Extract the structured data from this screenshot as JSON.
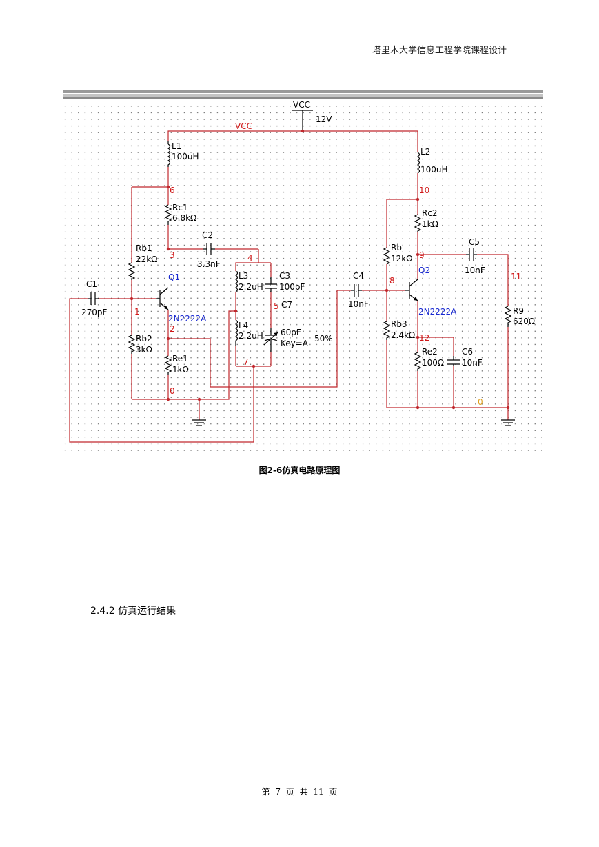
{
  "header": {
    "title": "塔里木大学信息工程学院课程设计"
  },
  "schematic": {
    "vcc_label": "VCC",
    "vcc_net": "VCC",
    "vcc_value": "12V",
    "components": {
      "L1": {
        "name": "L1",
        "value": "100uH"
      },
      "L2": {
        "name": "L2",
        "value": "100uH"
      },
      "Rc1": {
        "name": "Rc1",
        "value": "6.8kΩ"
      },
      "Rc2": {
        "name": "Rc2",
        "value": "1kΩ"
      },
      "Rb1": {
        "name": "Rb1",
        "value": "22kΩ"
      },
      "Rb2": {
        "name": "Rb2",
        "value": "3kΩ"
      },
      "Re1": {
        "name": "Re1",
        "value": "1kΩ"
      },
      "Rb": {
        "name": "Rb",
        "value": "12kΩ"
      },
      "Rb3": {
        "name": "Rb3",
        "value": "2.4kΩ"
      },
      "Re2": {
        "name": "Re2",
        "value": "100Ω"
      },
      "R9": {
        "name": "R9",
        "value": "620Ω"
      },
      "C1": {
        "name": "C1",
        "value": "270pF"
      },
      "C2": {
        "name": "C2",
        "value": "3.3nF"
      },
      "C3": {
        "name": "C3",
        "value": "100pF"
      },
      "C4": {
        "name": "C4",
        "value": "10nF"
      },
      "C5": {
        "name": "C5",
        "value": "10nF"
      },
      "C6": {
        "name": "C6",
        "value": "10nF"
      },
      "C7": {
        "name": "C7",
        "value": "60pF",
        "key": "Key=A",
        "percent": "50%"
      },
      "L3": {
        "name": "L3",
        "value": "2.2uH"
      },
      "L4": {
        "name": "L4",
        "value": "2.2uH"
      },
      "Q1": {
        "name": "Q1",
        "model": "2N2222A"
      },
      "Q2": {
        "name": "Q2",
        "model": "2N2222A"
      }
    },
    "nodes": [
      "6",
      "3",
      "1",
      "2",
      "0",
      "4",
      "5",
      "7",
      "10",
      "9",
      "8",
      "12",
      "11",
      "0"
    ]
  },
  "caption": "图2-6仿真电路原理图",
  "section_heading": "2.4.2 仿真运行结果",
  "footer": {
    "page_text": "第 7 页 共 11 页"
  },
  "colors": {
    "wire": "#c0282d",
    "node_label": "#d01818",
    "transistor_label": "#1a2ad0"
  }
}
